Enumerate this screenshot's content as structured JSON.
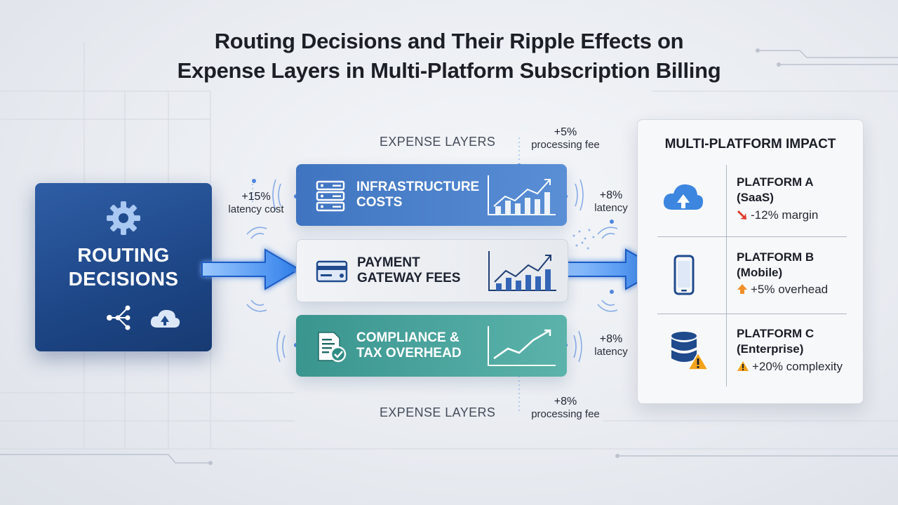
{
  "title": {
    "line1": "Routing Decisions and Their Ripple Effects on",
    "line2": "Expense Layers in Multi-Platform Subscription Billing"
  },
  "routing": {
    "line1": "ROUTING",
    "line2": "DECISIONS",
    "icons": [
      "gear-icon",
      "network-nodes-icon",
      "cloud-icon"
    ]
  },
  "expense_labels": {
    "top": "EXPENSE LAYERS",
    "bottom": "EXPENSE LAYERS"
  },
  "annotations": {
    "left_latency": {
      "pct": "+15%",
      "text": "latency cost"
    },
    "top_fee": {
      "pct": "+5%",
      "text": "processing fee"
    },
    "right_top": {
      "pct": "+8%",
      "text": "latency"
    },
    "right_bottom": {
      "pct": "+8%",
      "text": "latency"
    },
    "bottom_fee": {
      "pct": "+8%",
      "text": "processing fee"
    }
  },
  "layers": [
    {
      "line1": "INFRASTRUCTURE",
      "line2": "COSTS",
      "icon": "server-icon"
    },
    {
      "line1": "PAYMENT",
      "line2": "GATEWAY FEES",
      "icon": "credit-card-icon"
    },
    {
      "line1": "COMPLIANCE &",
      "line2": "TAX OVERHEAD",
      "icon": "document-check-icon"
    }
  ],
  "impact": {
    "title": "MULTI-PLATFORM IMPACT",
    "platforms": [
      {
        "line1": "PLATFORM A",
        "line2": "(SaaS)",
        "stat": "-12% margin",
        "icon": "cloud-upload-icon",
        "stat_icon": "down-arrow-icon"
      },
      {
        "line1": "PLATFORM B",
        "line2": "(Mobile)",
        "stat": "+5% overhead",
        "icon": "smartphone-icon",
        "stat_icon": "up-arrow-icon"
      },
      {
        "line1": "PLATFORM C",
        "line2": "(Enterprise)",
        "stat": "+20% complexity",
        "icon": "database-warning-icon",
        "stat_icon": "warning-icon"
      }
    ]
  },
  "colors": {
    "routing": "#1d4686",
    "infra": "#4a80cc",
    "payment": "#eceff3",
    "compliance": "#45a29b",
    "arrow": "#3d8ff0",
    "down": "#e03a2f",
    "up": "#f0902a",
    "warn": "#f2a21b"
  }
}
